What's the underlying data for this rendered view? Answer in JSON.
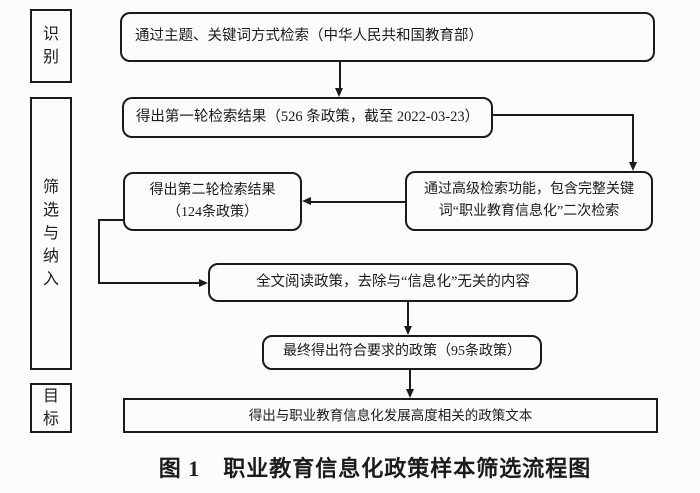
{
  "colors": {
    "ink": "#1b1b1b",
    "background": "#fcfcfc"
  },
  "stage_labels": [
    {
      "text": "识别"
    },
    {
      "text": "筛选与纳入"
    },
    {
      "text": "目标"
    }
  ],
  "nodes": [
    {
      "lines": [
        "通过主题、关键词方式检索（中华人民共和国教育部）"
      ]
    },
    {
      "lines": [
        "得出第一轮检索结果（526 条政策，截至 2022-03-23）"
      ]
    },
    {
      "lines": [
        "通过高级检索功能，包含完整关键",
        "词“职业教育信息化”二次检索"
      ]
    },
    {
      "lines": [
        "得出第二轮检索结果",
        "（124条政策）"
      ]
    },
    {
      "lines": [
        "全文阅读政策，去除与“信息化”无关的内容"
      ]
    },
    {
      "lines": [
        "最终得出符合要求的政策（95条政策）"
      ]
    },
    {
      "lines": [
        "得出与职业教育信息化发展高度相关的政策文本"
      ]
    }
  ],
  "caption": "图 1　职业教育信息化政策样本筛选流程图"
}
